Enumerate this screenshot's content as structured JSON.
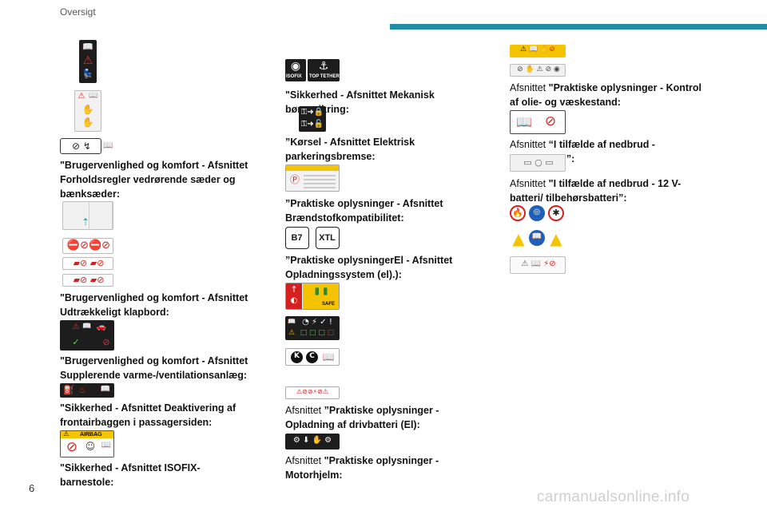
{
  "header": {
    "title": "Oversigt"
  },
  "page_number": "6",
  "watermark": "carmanualsonline.info",
  "col1": {
    "p1": "\"Brugervenlighed og komfort - Afsnittet Forholdsregler vedrørende sæder og bænksæder:",
    "p2": "\"Brugervenlighed og komfort - Afsnittet Udtrækkeligt klapbord:",
    "p3": "\"Brugervenlighed og komfort - Afsnittet Supplerende varme-/ventilationsanlæg:",
    "p4": "\"Sikkerhed - Afsnittet Deaktivering af frontairbaggen i passagersiden:",
    "p5": "\"Sikkerhed - Afsnittet ISOFIX-barnestole:",
    "airbag_label": "AIRBAG"
  },
  "col2": {
    "isofix_label": "ISOFIX",
    "top_tether_label": "TOP TETHER",
    "p1": "\"Sikkerhed - Afsnittet Mekanisk børnesikring:",
    "p2": "”Kørsel - Afsnittet Elektrisk parkeringsbremse:",
    "p3": "”Praktiske oplysninger - Afsnittet Brændstofkompatibilitet:",
    "fuel_b7": "B7",
    "fuel_xtl": "XTL",
    "p4": "”Praktiske oplysningerEl - Afsnittet Opladningssystem (el).):",
    "safe_label": "SAFE",
    "p5_prefix": "Afsnittet ",
    "p5_bold": "”Praktiske oplysninger - Opladning af drivbatteri (El):",
    "p6_prefix": "Afsnittet ",
    "p6_bold": "\"Praktiske oplysninger - Motorhjelm:"
  },
  "col3": {
    "p1_prefix": "Afsnittet ",
    "p1_bold": "\"Praktiske oplysninger - Kontrol af olie- og væskestand:",
    "p2_prefix": "Afsnittet ",
    "p2_bold": "“I tilfælde af nedbrud - Reservehjul”:",
    "p3_prefix": "Afsnittet ",
    "p3_bold": "\"I tilfælde af nedbrud - 12 V-batteri/ tilbehørsbatteri”:"
  },
  "colors": {
    "accent": "#1f8ea3",
    "warning_yellow": "#f5c400",
    "prohibit_red": "#d62020",
    "mandatory_blue": "#1f5fb8"
  }
}
